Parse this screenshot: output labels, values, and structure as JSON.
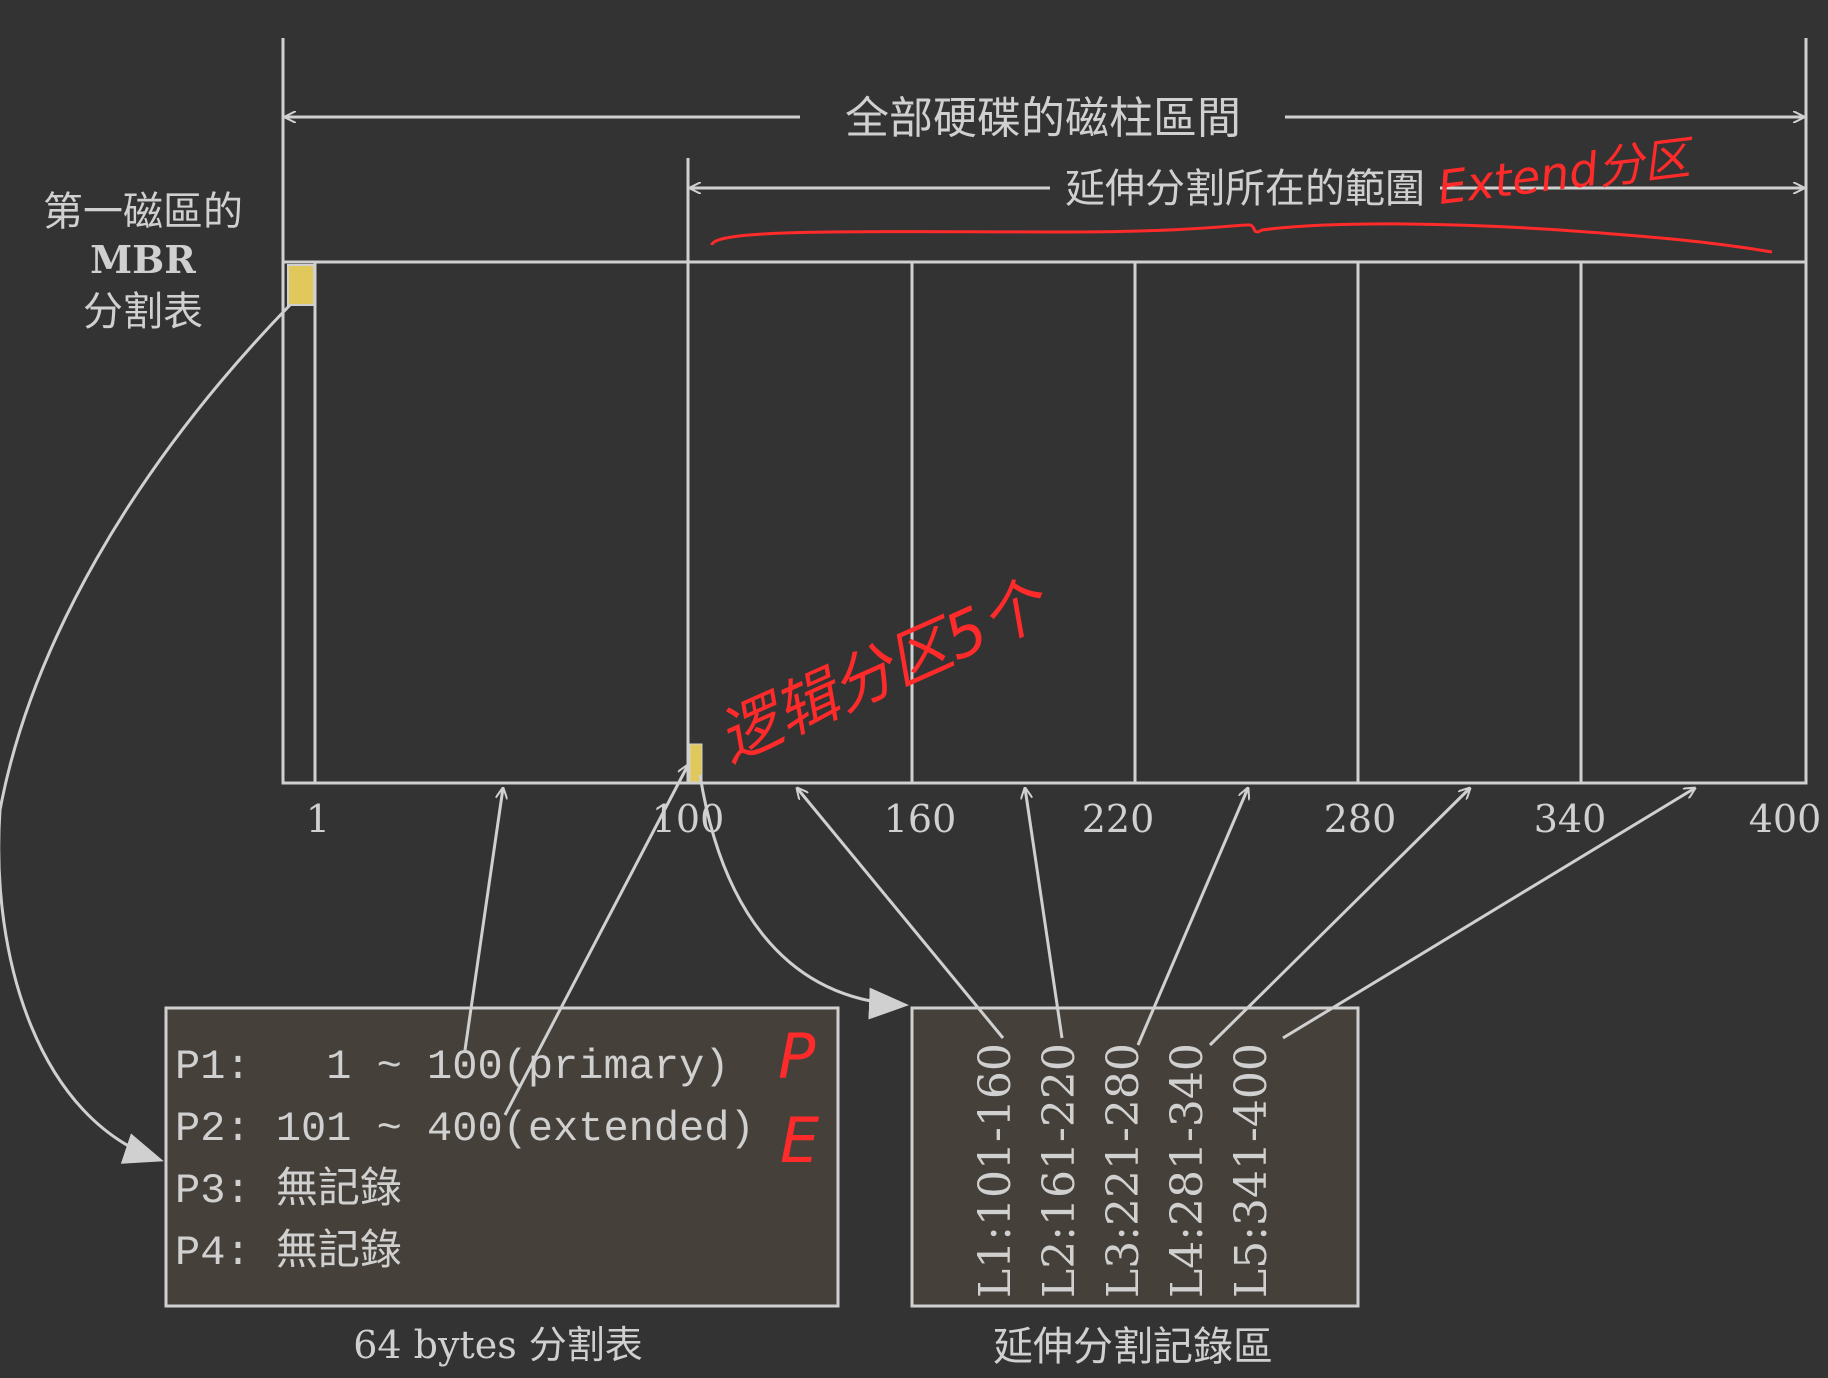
{
  "labels": {
    "full_range": "全部硬碟的磁柱區間",
    "extended_range": "延伸分割所在的範圍",
    "mbr_line1": "第一磁區的",
    "mbr_line2": "MBR",
    "mbr_line3": "分割表",
    "partition_table_caption": "64 bytes 分割表",
    "extended_record_caption": "延伸分割記錄區"
  },
  "ticks": [
    "1",
    "100",
    "160",
    "220",
    "280",
    "340",
    "400"
  ],
  "partition_table": {
    "rows": [
      "P1:   1 ~ 100(primary)",
      "P2: 101 ~ 400(extended)",
      "P3: 無記錄",
      "P4: 無記錄"
    ]
  },
  "logical_partitions": [
    "L1:101-160",
    "L2:161-220",
    "L3:221-280",
    "L4:281-340",
    "L5:341-400"
  ],
  "handwritten": {
    "extend_note": "Extend分区",
    "logical_note": "逻辑分区5个",
    "primary_mark": "P",
    "extended_mark": "E"
  },
  "colors": {
    "background": "#333333",
    "line": "#d0d0d0",
    "box_fill": "#45413a",
    "marker": "#e0c85a",
    "annotation": "#ff2a2a"
  }
}
